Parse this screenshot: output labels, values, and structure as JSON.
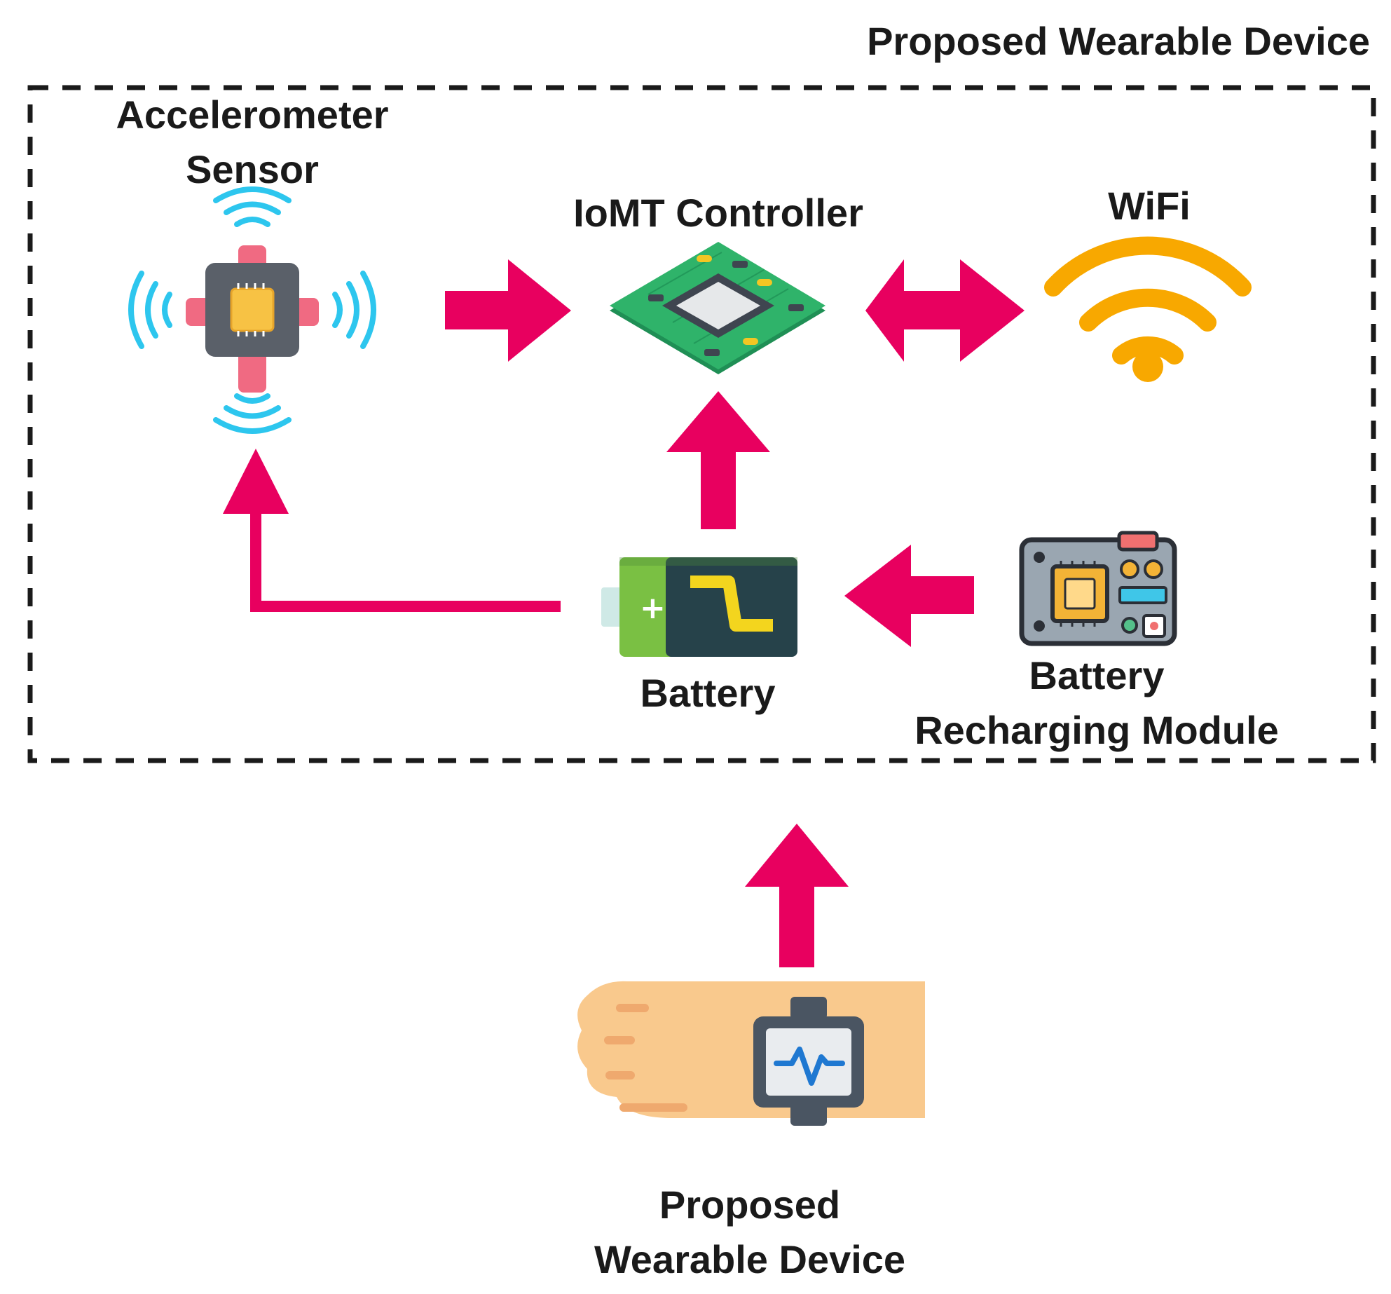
{
  "title": "Proposed Wearable Device",
  "nodes": {
    "accelerometer": {
      "line1": "Accelerometer",
      "line2": "Sensor",
      "icon": "accelerometer-sensor-icon"
    },
    "controller": {
      "label": "IoMT Controller",
      "icon": "circuit-board-icon"
    },
    "wifi": {
      "label": "WiFi",
      "icon": "wifi-icon"
    },
    "battery": {
      "label": "Battery",
      "icon": "battery-icon"
    },
    "recharger": {
      "line1": "Battery",
      "line2": "Recharging Module",
      "icon": "charging-module-icon"
    },
    "wearable": {
      "line1": "Proposed",
      "line2": "Wearable Device",
      "icon": "smartwatch-on-wrist-icon"
    }
  },
  "edges": [
    {
      "from": "accelerometer",
      "to": "controller",
      "direction": "one-way"
    },
    {
      "from": "controller",
      "to": "wifi",
      "direction": "two-way"
    },
    {
      "from": "battery",
      "to": "controller",
      "direction": "one-way"
    },
    {
      "from": "battery",
      "to": "accelerometer",
      "direction": "one-way"
    },
    {
      "from": "recharger",
      "to": "battery",
      "direction": "one-way"
    },
    {
      "from": "wearable",
      "to": "device-boundary",
      "direction": "one-way"
    }
  ],
  "colors": {
    "arrow": "#e8005f",
    "wifi": "#f8a800",
    "signal": "#2dc6ee",
    "board": "#2fb36a",
    "battery_green": "#7ac043",
    "battery_body": "#26424a",
    "skin": "#f9c98d",
    "ecg": "#1f78d1"
  }
}
